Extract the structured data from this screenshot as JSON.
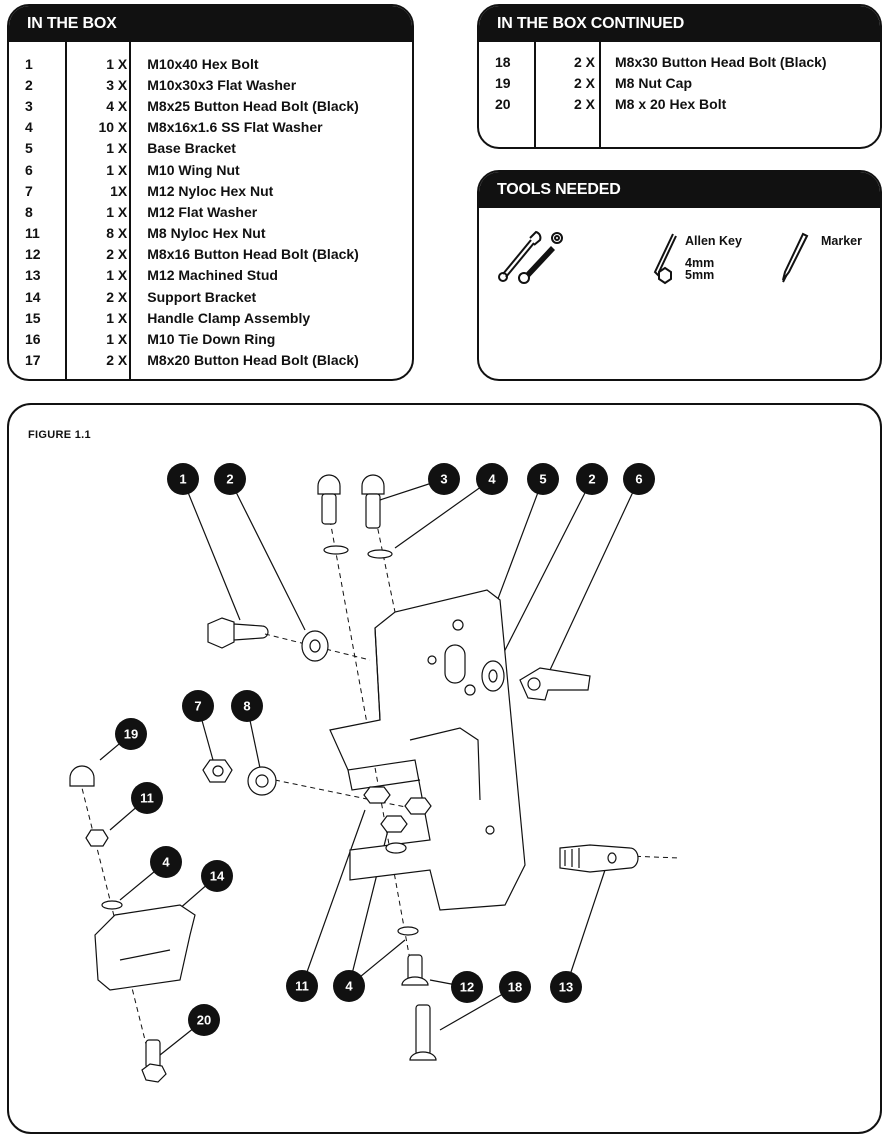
{
  "in_the_box": {
    "title": "IN THE BOX",
    "rows": [
      {
        "num": "1",
        "qty": "1 X",
        "desc": "M10x40 Hex Bolt"
      },
      {
        "num": "2",
        "qty": "3 X",
        "desc": "M10x30x3 Flat Washer"
      },
      {
        "num": "3",
        "qty": "4 X",
        "desc": "M8x25 Button Head Bolt (Black)"
      },
      {
        "num": "4",
        "qty": "10 X",
        "desc": "M8x16x1.6 SS Flat Washer"
      },
      {
        "num": "5",
        "qty": "1 X",
        "desc": "Base Bracket"
      },
      {
        "num": "6",
        "qty": "1 X",
        "desc": "M10 Wing Nut"
      },
      {
        "num": "7",
        "qty": "1X",
        "desc": "M12 Nyloc Hex Nut"
      },
      {
        "num": "8",
        "qty": "1 X",
        "desc": "M12 Flat Washer"
      },
      {
        "num": "11",
        "qty": "8 X",
        "desc": "M8 Nyloc Hex Nut"
      },
      {
        "num": "12",
        "qty": "2 X",
        "desc": "M8x16 Button Head Bolt (Black)"
      },
      {
        "num": "13",
        "qty": "1 X",
        "desc": "M12 Machined Stud"
      },
      {
        "num": "14",
        "qty": "2 X",
        "desc": "Support Bracket"
      },
      {
        "num": "15",
        "qty": "1 X",
        "desc": "Handle Clamp Assembly"
      },
      {
        "num": "16",
        "qty": "1 X",
        "desc": "M10 Tie Down Ring"
      },
      {
        "num": "17",
        "qty": "2 X",
        "desc": "M8x20 Button Head Bolt (Black)"
      }
    ]
  },
  "in_the_box_continued": {
    "title": "IN THE BOX CONTINUED",
    "rows": [
      {
        "num": "18",
        "qty": "2 X",
        "desc": "M8x30 Button Head Bolt (Black)"
      },
      {
        "num": "19",
        "qty": "2 X",
        "desc": "M8 Nut Cap"
      },
      {
        "num": "20",
        "qty": "2 X",
        "desc": "M8 x 20 Hex Bolt"
      }
    ]
  },
  "tools_needed": {
    "title": "TOOLS NEEDED",
    "allen_key": {
      "label": "Allen Key",
      "sizes": [
        "4mm",
        "5mm"
      ],
      "icon": "allen-key-icon"
    },
    "marker": {
      "label": "Marker",
      "icon": "marker-icon"
    },
    "wrenches": {
      "icon": "wrench-set-icon"
    }
  },
  "figure": {
    "label": "FIGURE 1.1",
    "callouts": [
      "1",
      "2",
      "3",
      "4",
      "5",
      "2",
      "6",
      "7",
      "8",
      "19",
      "11",
      "4",
      "14",
      "11",
      "4",
      "12",
      "18",
      "13",
      "20"
    ]
  }
}
